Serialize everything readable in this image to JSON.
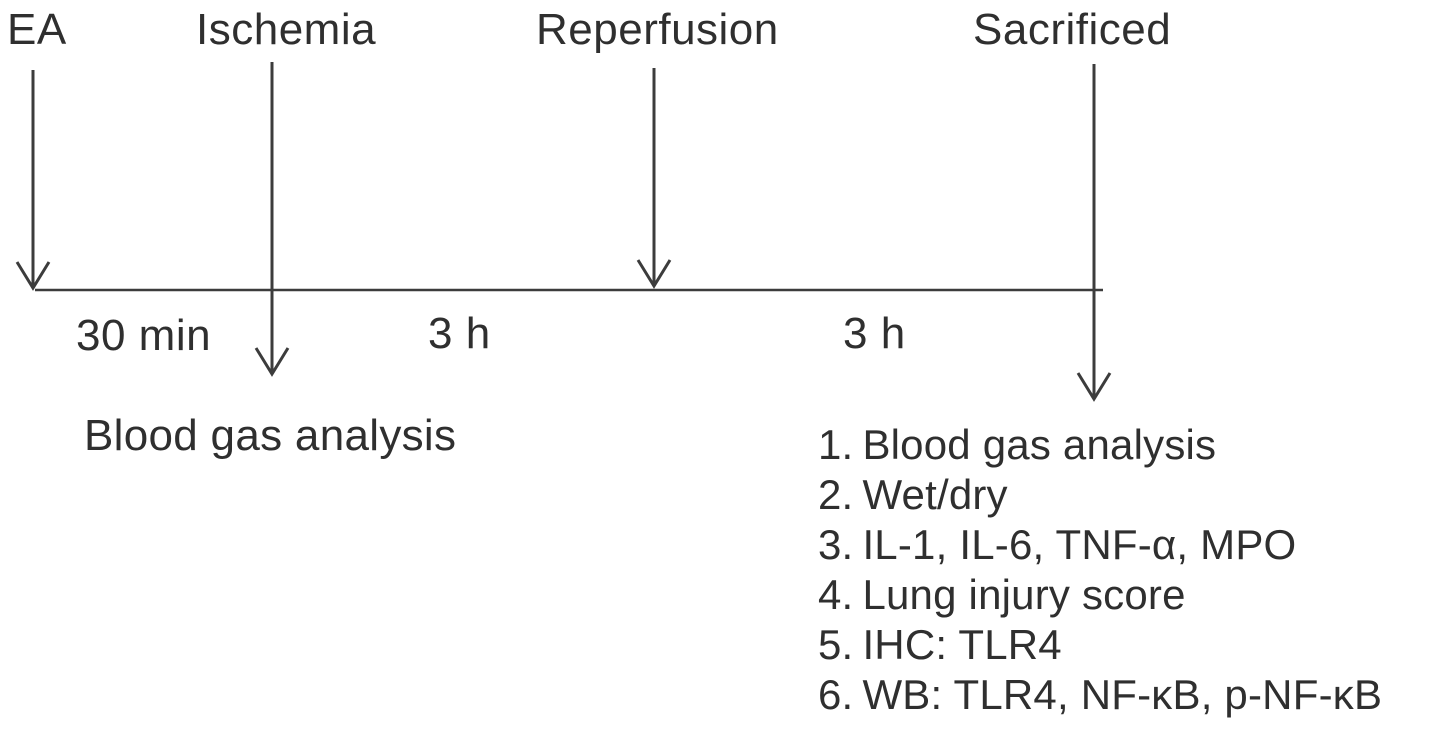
{
  "figure": {
    "type": "experimental-protocol-timeline",
    "colors": {
      "background": "#ffffff",
      "line": "#3c3c3c",
      "text": "#2f2f2f"
    }
  },
  "timeline": {
    "events": [
      {
        "label": "EA"
      },
      {
        "label": "Ischemia"
      },
      {
        "label": "Reperfusion"
      },
      {
        "label": "Sacrificed"
      }
    ],
    "intervals": [
      {
        "label": "30 min"
      },
      {
        "label": "3 h"
      },
      {
        "label": "3 h"
      }
    ]
  },
  "annotations": {
    "ischemia_note": "Blood gas analysis",
    "sacrificed_assessments": [
      {
        "num": "1.",
        "label": "Blood gas analysis"
      },
      {
        "num": "2.",
        "label": "Wet/dry"
      },
      {
        "num": "3.",
        "label": "IL-1, IL-6, TNF-α, MPO"
      },
      {
        "num": "4.",
        "label": "Lung injury score"
      },
      {
        "num": "5.",
        "label": "IHC: TLR4"
      },
      {
        "num": "6.",
        "label": "WB: TLR4, NF-κB, p-NF-κB"
      }
    ]
  }
}
